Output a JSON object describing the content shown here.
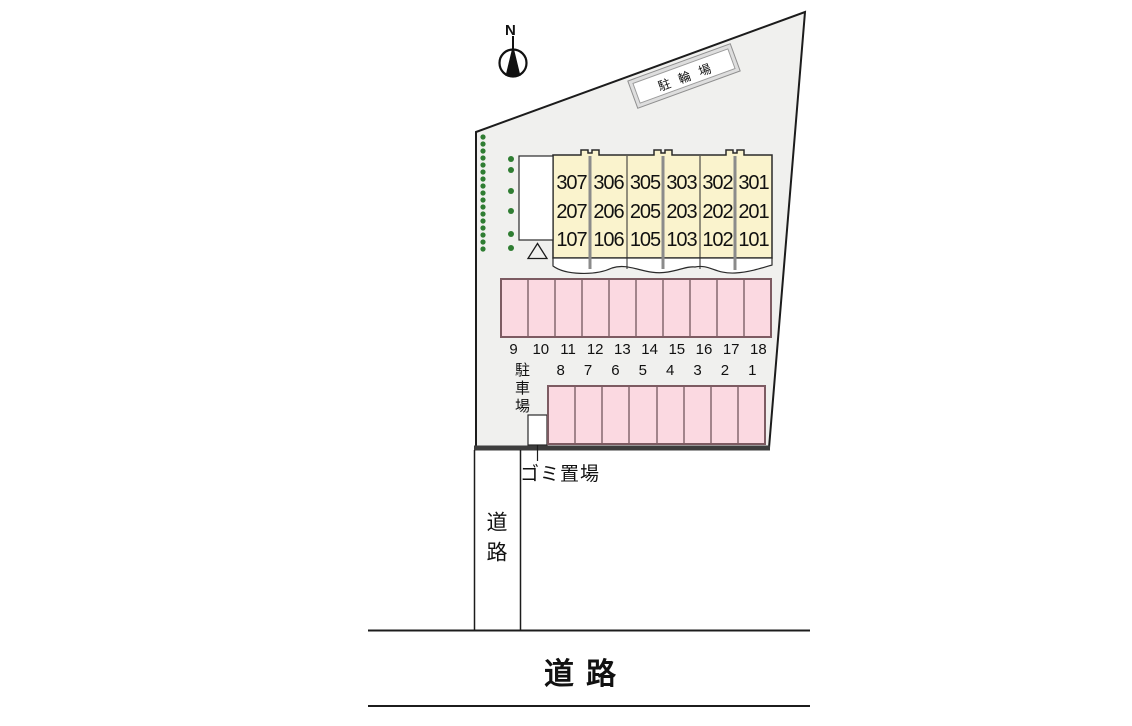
{
  "compass": {
    "label": "N"
  },
  "bicycle_parking": {
    "label": "駐輪場"
  },
  "building": {
    "room_rows": [
      [
        "307",
        "306",
        "305",
        "303",
        "302",
        "301"
      ],
      [
        "207",
        "206",
        "205",
        "203",
        "202",
        "201"
      ],
      [
        "107",
        "106",
        "105",
        "103",
        "102",
        "101"
      ]
    ]
  },
  "parking": {
    "label": "駐車場",
    "upper_row_numbers": [
      "9",
      "10",
      "11",
      "12",
      "13",
      "14",
      "15",
      "16",
      "17",
      "18"
    ],
    "lower_row_numbers": [
      "8",
      "7",
      "6",
      "5",
      "4",
      "3",
      "2",
      "1"
    ]
  },
  "garbage": {
    "label": "ゴミ置場"
  },
  "road": {
    "side_label": "道路",
    "bottom_label": "道路"
  },
  "colors": {
    "site_fill": "#f0f0ee",
    "outline": "#1c1c1c",
    "building_fill": "#faf3cd",
    "building_divider_gray": "#8b8b8b",
    "stall_fill": "#fbd9e1",
    "stall_border": "#7d5b62",
    "stall_divider": "#a2848b",
    "shrub_green": "#2f7d32",
    "thick_edge": "#3d3d3d"
  }
}
